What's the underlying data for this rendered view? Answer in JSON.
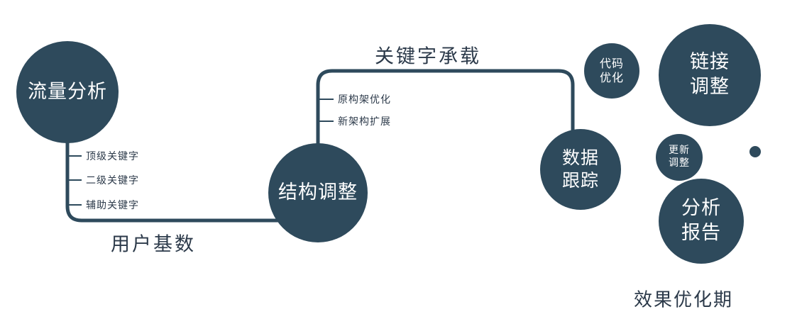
{
  "colors": {
    "node_fill": "#2e4a5c",
    "line": "#2e4a5c",
    "label_text": "#2c3a4a",
    "node_text": "#ffffff"
  },
  "nodes": {
    "traffic": {
      "label": "流量分析"
    },
    "structure": {
      "label": "结构调整"
    },
    "tracking": {
      "label": "数据\n跟踪"
    },
    "code": {
      "label": "代码\n优化"
    },
    "link": {
      "label": "链接\n调整"
    },
    "update": {
      "label": "更新\n调整"
    },
    "report": {
      "label": "分析\n报告"
    }
  },
  "edge_labels": {
    "user_base": "用户基数",
    "keyword_carry": "关键字承载"
  },
  "ticks": {
    "traffic": [
      "顶级关键字",
      "二级关键字",
      "辅助关键字"
    ],
    "structure": [
      "原构架优化",
      "新架构扩展"
    ]
  },
  "footer": "效果优化期"
}
